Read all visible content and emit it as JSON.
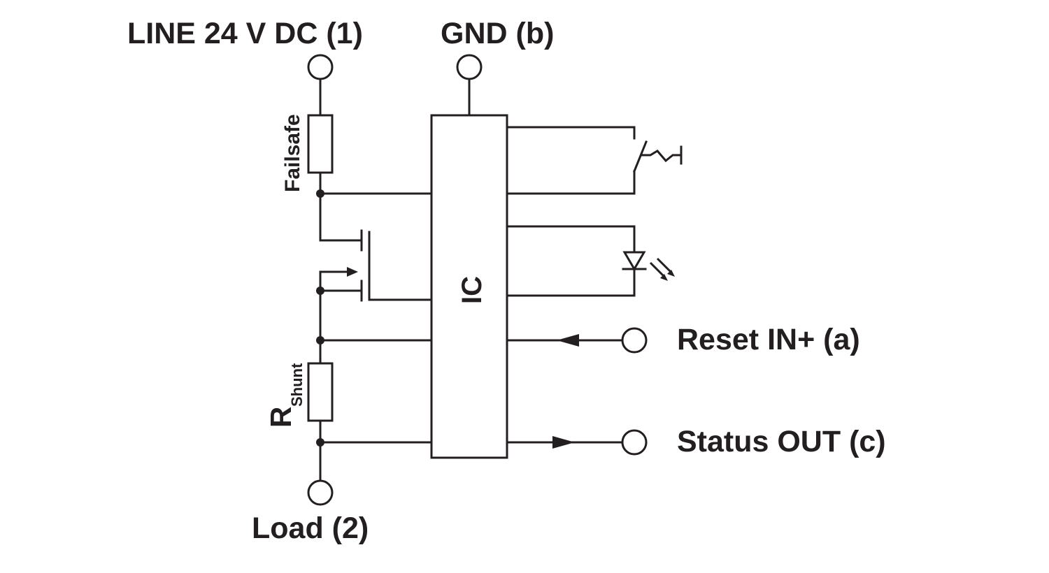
{
  "terminals": {
    "line": "LINE 24 V DC (1)",
    "gnd": "GND (b)",
    "reset": "Reset IN+ (a)",
    "status": "Status OUT (c)",
    "load": "Load (2)"
  },
  "components": {
    "fuse": "Failsafe",
    "shunt_r": "R",
    "shunt_sub": "Shunt",
    "ic": "IC"
  },
  "colors": {
    "stroke": "#231f20",
    "background": "#ffffff"
  }
}
